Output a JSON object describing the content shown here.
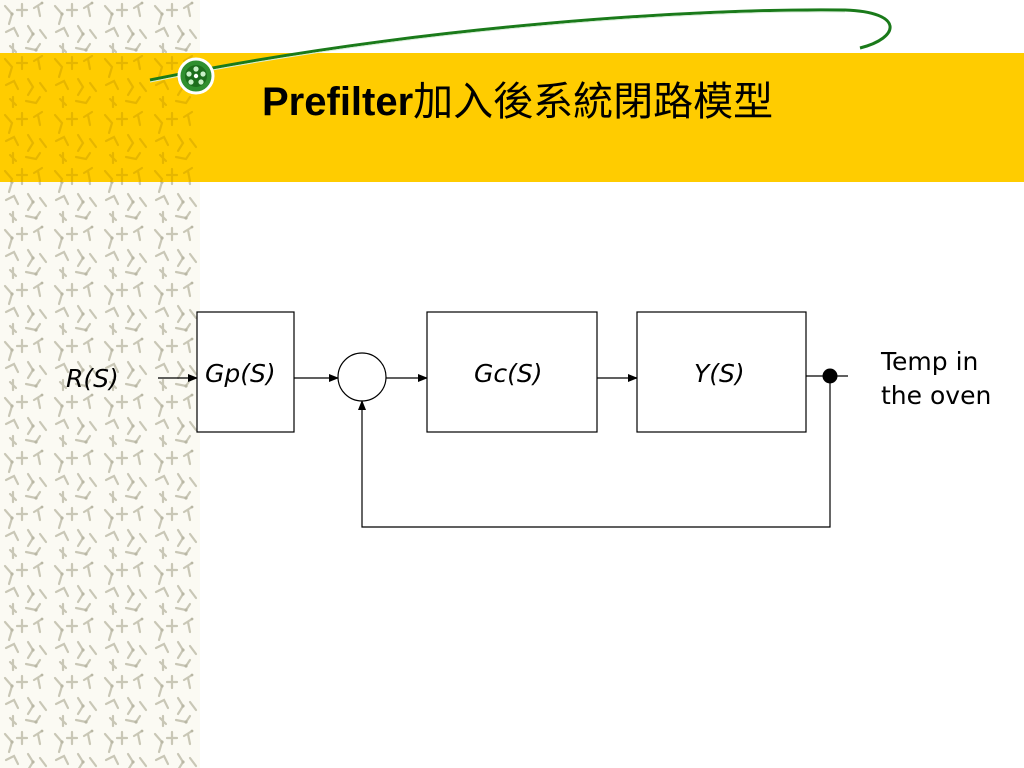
{
  "slide": {
    "title_latin": "Prefilter",
    "title_cjk": "加入後系統閉路模型",
    "accent_color": "#ffcc00",
    "swoosh_color": "#1a7a1a",
    "decor_icon": "green-node-icon"
  },
  "diagram": {
    "input_label": "R(S)",
    "blocks": [
      {
        "id": "prefilter",
        "label": "Gp(S)"
      },
      {
        "id": "controller",
        "label": "Gc(S)"
      },
      {
        "id": "plant",
        "label": "Y(S)"
      }
    ],
    "output_label_line1": "Temp in",
    "output_label_line2": "the oven"
  }
}
